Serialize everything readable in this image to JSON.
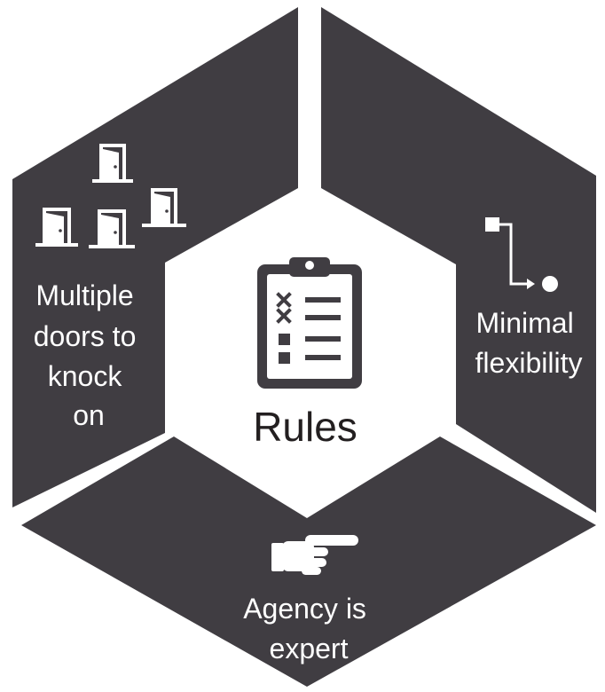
{
  "center": {
    "label": "Rules",
    "icon": "clipboard-checklist-icon"
  },
  "segments": {
    "left": {
      "lines": [
        "Multiple",
        "doors to",
        "knock",
        "on"
      ],
      "icon": "doors-icon"
    },
    "right": {
      "lines": [
        "Minimal",
        "flexibility"
      ],
      "icon": "route-arrow-icon"
    },
    "bottom": {
      "lines": [
        "Agency is",
        "expert"
      ],
      "icon": "pointing-hand-icon"
    }
  },
  "colors": {
    "segment_fill": "#403d42",
    "icon_fill": "#ffffff",
    "center_icon": "#403d42",
    "center_text": "#231f20",
    "background": "#ffffff"
  }
}
